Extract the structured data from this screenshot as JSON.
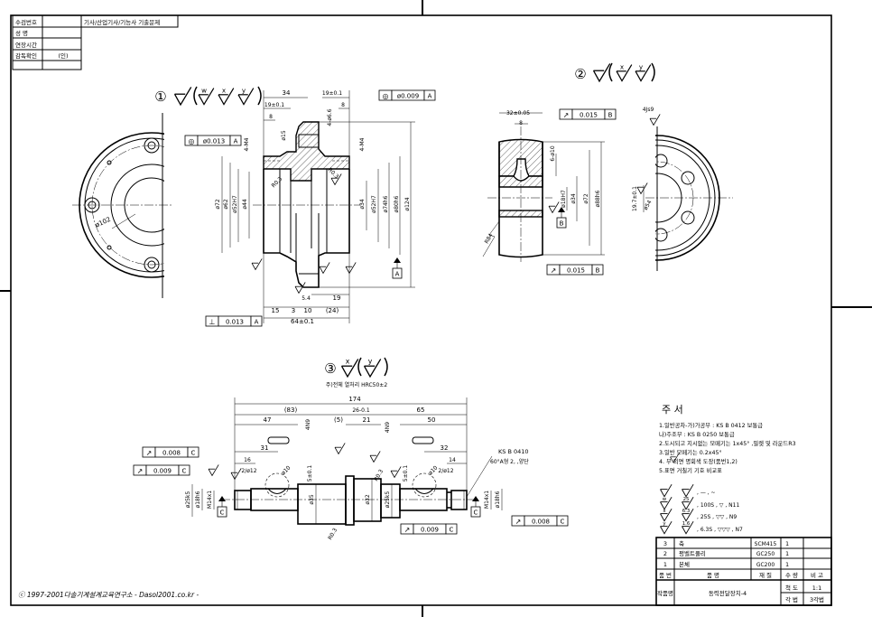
{
  "header_table": {
    "rows": [
      "수검번호",
      "성    명",
      "연장시간",
      "감독확인"
    ],
    "seal": "(인)",
    "title": "기사/산업기사/기능사 기출문제"
  },
  "part1": {
    "callout": "①",
    "symbol_letters": [
      "w",
      "x",
      "y"
    ],
    "dims": [
      "34",
      "19±0.1",
      "8",
      "19±0.1",
      "8",
      "4-ø6.6",
      "ø15",
      "4-M4",
      "4-M4",
      "R0.3",
      "R0.3",
      "ø72",
      "ø62",
      "ø52H7",
      "ø44",
      "ø34",
      "ø52H7",
      "ø74h6",
      "ø80h6",
      "ø124",
      "15",
      "3",
      "10",
      "(24)",
      "5.4",
      "19",
      "64±0.1",
      "ø102"
    ],
    "gdt": [
      {
        "symbol": "concentricity-icon",
        "glyph": "◎",
        "value": "ø0.013",
        "datum": "A"
      },
      {
        "symbol": "concentricity-icon",
        "glyph": "◎",
        "value": "ø0.009",
        "datum": "A"
      },
      {
        "symbol": "perpendicularity-icon",
        "glyph": "⊥",
        "value": "0.013",
        "datum": "A"
      }
    ],
    "datum": "A"
  },
  "part2": {
    "callout": "②",
    "symbol_letters": [
      "x",
      "y"
    ],
    "dims": [
      "32±0.05",
      "8",
      "6-ø10",
      "ø18H7",
      "ø34",
      "ø72",
      "ø88h6",
      "R84",
      "4Js9",
      "19.7±0.1",
      "ø54"
    ],
    "gdt": [
      {
        "symbol": "runout-icon",
        "glyph": "↗",
        "value": "0.015",
        "datum": "B"
      },
      {
        "symbol": "runout-icon",
        "glyph": "↗",
        "value": "0.015",
        "datum": "B"
      }
    ],
    "datum": "B"
  },
  "part3": {
    "callout": "③",
    "symbol_letters": [
      "x",
      "y"
    ],
    "heat_treatment": "주)전체 열처리 HRC50±2",
    "dims": [
      "174",
      "(83)",
      "26-0.1",
      "65",
      "47",
      "(5)",
      "21",
      "50",
      "4N9",
      "4N9",
      "31",
      "32",
      "16",
      "14",
      "2/ø12",
      "2/ø12",
      "5±0.1",
      "5±0.1",
      "ø25k5",
      "ø18h6",
      "M14x1",
      "ø35",
      "ø32",
      "ø25k5",
      "M14x1",
      "ø18h6",
      "R0.3",
      "R0.3",
      "ø10",
      "ø10"
    ],
    "center_hole_spec": "KS B 0410",
    "center_hole_note": "60°A형 2,    ,양단",
    "gdt": [
      {
        "symbol": "runout-icon",
        "glyph": "↗",
        "value": "0.008",
        "datum": "C"
      },
      {
        "symbol": "runout-icon",
        "glyph": "↗",
        "value": "0.009",
        "datum": "C"
      },
      {
        "symbol": "runout-icon",
        "glyph": "↗",
        "value": "0.009",
        "datum": "C"
      },
      {
        "symbol": "runout-icon",
        "glyph": "↗",
        "value": "0.008",
        "datum": "C"
      }
    ],
    "datum": "C"
  },
  "notes": {
    "title": "주 서",
    "lines": [
      "1.일반공차-가)가공부 : KS B 0412 보통급",
      "           나)주조부 : KS B 0250 보통급",
      "2.도시되고 지시없는 모떼기는 1x45° ,필렛 및 라운드R3",
      "3.일반 모떼기는 0.2x45°",
      "4.     부 외면 명회색 도장(품번1,2)",
      "5.표면 거칠기 기호 비교표"
    ],
    "roughness_table": [
      {
        "letter": "",
        "eq": "",
        "values": ",  —  ,   ~"
      },
      {
        "letter": "w",
        "eq": "25",
        "values": ", 100S ,   ▽       , N11"
      },
      {
        "letter": "x",
        "eq": "6.3",
        "values": ", 25S ,  ▽▽      , N9"
      },
      {
        "letter": "y",
        "eq": "1.6",
        "values": ", 6.3S , ▽▽▽     , N7"
      }
    ]
  },
  "parts_list": {
    "rows": [
      {
        "no": "3",
        "name": "축",
        "material": "SCM415",
        "qty": "1",
        "remark": ""
      },
      {
        "no": "2",
        "name": "평벨트풀리",
        "material": "GC250",
        "qty": "1",
        "remark": ""
      },
      {
        "no": "1",
        "name": "본체",
        "material": "GC200",
        "qty": "1",
        "remark": ""
      }
    ],
    "headers": {
      "no": "품 번",
      "name": "품          명",
      "material": "재 질",
      "qty": "수 량",
      "remark": "비 고"
    }
  },
  "title_block": {
    "label": "작품명",
    "name": "동력전달장치-4",
    "scale_label": "척 도",
    "scale": "1:1",
    "projection_label": "각 법",
    "projection": "3각법"
  },
  "footer": "ⓒ 1997-2001다솔기계설계교육연구소 - Dasol2001.co.kr -"
}
